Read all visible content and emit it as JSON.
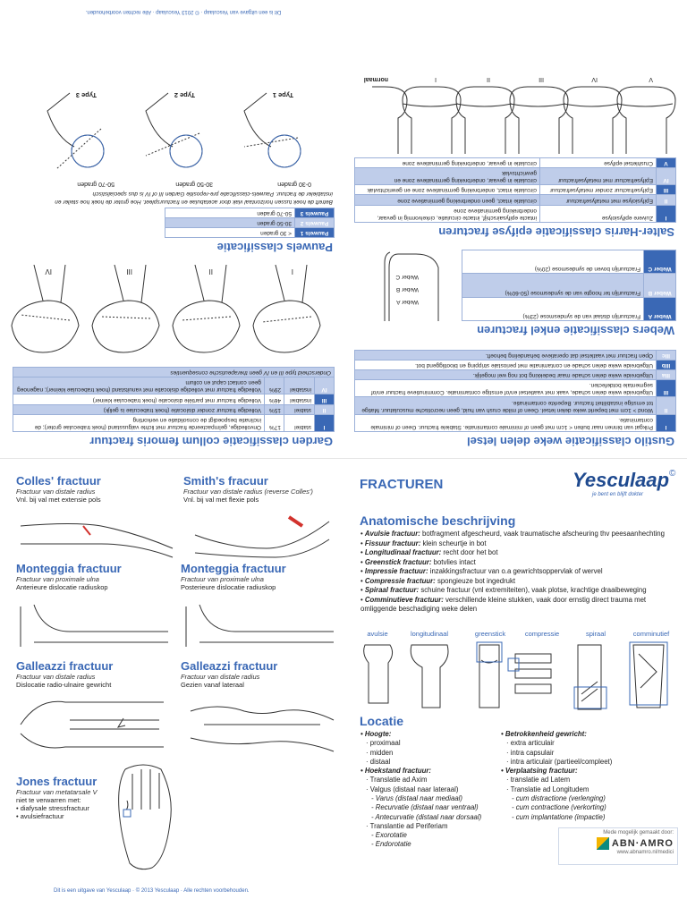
{
  "footer_text": "Dit is een uitgave van Yesculaap  ·  © 2013 Yesculaap  ·  Alle rechten voorbehouden.",
  "brand": {
    "name": "Yesculaap",
    "symbol": "©",
    "tagline": "je bent en blijft dokter"
  },
  "main_title": "FRACTUREN",
  "anatomy": {
    "title": "Anatomische beschrijving",
    "items": [
      {
        "term": "Avulsie fractuur:",
        "desc": "botfragment afgescheurd, vaak traumatische afscheuring thv peesaanhechting"
      },
      {
        "term": "Fissuur fractuur:",
        "desc": "klein scheurtje in bot"
      },
      {
        "term": "Longitudinaal fractuur:",
        "desc": "recht door het bot"
      },
      {
        "term": "Greenstick fractuur:",
        "desc": "botvlies intact"
      },
      {
        "term": "Impressie fractuur:",
        "desc": "inzakkingsfractuur van o.a gewrichtsoppervlak of wervel"
      },
      {
        "term": "Compressie fractuur:",
        "desc": "spongieuze bot ingedrukt"
      },
      {
        "term": "Spiraal fractuur:",
        "desc": "schuine fractuur (vnl extremiteiten), vaak plotse, krachtige draaibeweging"
      },
      {
        "term": "Comminutieve fractuur:",
        "desc": "verschillende kleine stukken, vaak door ernstig direct trauma met omliggende beschadiging weke delen"
      }
    ],
    "figure_labels": [
      "avulsie",
      "longitudinaal",
      "greenstick",
      "compressie",
      "spiraal",
      "comminutief"
    ]
  },
  "locatie": {
    "title": "Locatie",
    "left": [
      {
        "t": "• Hoogte:",
        "s": "bi"
      },
      {
        "t": "· proximaal",
        "s": "n"
      },
      {
        "t": "· midden",
        "s": "n"
      },
      {
        "t": "· distaal",
        "s": "n"
      },
      {
        "t": "• Hoekstand fractuur:",
        "s": "bi"
      },
      {
        "t": "· Translatie ad Axim",
        "s": "n"
      },
      {
        "t": "· Valgus (distaal naar lateraal)",
        "s": "n"
      },
      {
        "t": "- Varus (distaal naar mediaal)",
        "s": "i"
      },
      {
        "t": "- Recurvatie (distaal naar ventraal)",
        "s": "i"
      },
      {
        "t": "- Antecurvatie (distaal naar dorsaal)",
        "s": "i"
      },
      {
        "t": "· Translantie ad Periferiam",
        "s": "n"
      },
      {
        "t": "- Exorotatie",
        "s": "i"
      },
      {
        "t": "- Endorotatie",
        "s": "i"
      }
    ],
    "right": [
      {
        "t": "• Betrokkenheid gewricht:",
        "s": "bi"
      },
      {
        "t": "· extra articulair",
        "s": "n"
      },
      {
        "t": "· intra capsulair",
        "s": "n"
      },
      {
        "t": "· intra articulair (partieel/compleet)",
        "s": "n"
      },
      {
        "t": "• Verplaatsing fractuur:",
        "s": "bi"
      },
      {
        "t": "· translatie ad Latem",
        "s": "n"
      },
      {
        "t": "· Translatie ad Longitudem",
        "s": "n"
      },
      {
        "t": "- cum distractione (verlenging)",
        "s": "i"
      },
      {
        "t": "- cum contractione (verkorting)",
        "s": "i"
      },
      {
        "t": "- cum implantatione (impactie)",
        "s": "i"
      }
    ]
  },
  "sponsor": {
    "made_by": "Mede mogelijk gemaakt door:",
    "name": "ABN·AMRO",
    "url": "www.abnamro.nl/medici"
  },
  "fractures": [
    {
      "title": "Colles' fractuur",
      "sub": "Fractuur van distale radius",
      "line": "Vnl. bij val met extensie pols"
    },
    {
      "title": "Smith's fracuur",
      "sub": "Fractuur van distale radius (reverse Colles')",
      "line": "Vnl. bij val met flexie pols"
    },
    {
      "title": "Monteggia fractuur",
      "sub": "Fractuur van proximale ulna",
      "line": "Anterieure dislocatie radiuskop"
    },
    {
      "title": "Monteggia fractuur",
      "sub": "Fractuur van proximale ulna",
      "line": "Posterieure dislocatie radiuskop"
    },
    {
      "title": "Galleazzi fractuur",
      "sub": "Fractuur van distale radius",
      "line": "Dislocatie radio-ulnaire gewricht"
    },
    {
      "title": "Galleazzi fractuur",
      "sub": "Fractuur van distale radius",
      "line": "Gezien vanaf lateraal"
    }
  ],
  "jones": {
    "title": "Jones fractuur",
    "sub": "Fractuur van metatarsale V",
    "line": "niet te verwarren met:",
    "items": [
      "• diafysale stressfractuur",
      "• avulsiefractuur"
    ]
  },
  "top": {
    "footer_text": "Dit is een uitgave van Yesculaap  ·  © 2013 Yesculaap  ·  Alle rechten voorbehouden.",
    "garden": {
      "title": "Garden classificatie collum femoris fractuur",
      "rows": [
        {
          "c1": "I",
          "c2": "stabiel",
          "c3": "17%",
          "c4": "Onvolledige, geïmpacteerde fractuur met lichte valgusstand (hoek trabeculae groter); de inclinatie bespoedigt de consolidatie en verkorting"
        },
        {
          "c1": "II",
          "c2": "stabiel",
          "c3": "15%",
          "c4": "Volledige fractuur zonder dislocatie (hoek trabeculae is gelijk)"
        },
        {
          "c1": "III",
          "c2": "instabiel",
          "c3": "46%",
          "c4": "Volledige fractuur met partiële dislocatie (hoek trabeculae kleiner)"
        },
        {
          "c1": "IV",
          "c2": "instabiel",
          "c3": "29%",
          "c4": "Volledige fractuur met volledige dislocatie met vanuitstand (hoek trabeculae kleiner); nagenoeg geen contact caput en collum"
        }
      ],
      "note": "Onderscheid type III en IV geen therapeutische consequenties",
      "fig_labels": [
        "I",
        "II",
        "III",
        "IV"
      ]
    },
    "pauwels": {
      "title": "Pauwels classificatie",
      "rows": [
        {
          "c1": "Pauwels 1",
          "c2": "< 30 graden"
        },
        {
          "c1": "Pauwels 2",
          "c2": "30-50 graden"
        },
        {
          "c1": "Pauwels 3",
          "c2": "50-70 graden"
        }
      ],
      "note": "Betreft de hoek tussen horizontaal vlak door acetabulae en fractuurspleet. Hoe groter de hoek hoe steiler en instabieler de fractuur. Pauwels-classificatie pre-repositie Garden III of IV is dus specialistisch",
      "types": [
        "Type 1",
        "Type 2",
        "Type 3"
      ],
      "angles": [
        "0-30 graden",
        "30-50 graden",
        "50-70 graden"
      ]
    },
    "gustilo": {
      "title": "Gustilo classificatie weke delen letsel",
      "rows": [
        {
          "c1": "I",
          "c2": "Prikgat van binnen naar buiten < 1cm met geen of minimale contaminatie. Stabiele fractuur. Geen of minimale contaminatie."
        },
        {
          "c1": "II",
          "c2": "Wond > 1cm met beperkt weke delen letsel. Geen of milde crush van huid, geen necrotische musculatuur. Matige tot ernstige instabiliteit fractuur. Beperkte contaminatie."
        },
        {
          "c1": "III",
          "c2": "Uitgebreide weke delen schade, vaak met vaatletsel en/of ernstige contaminatie. Comminutieve fractuur en/of segmentale botdefecten."
        },
        {
          "c1": "IIIa",
          "c2": "Uitgebreide weke delen schade maar bedekking bot nog wel mogelijk."
        },
        {
          "c1": "IIIb",
          "c2": "Uitgebreide weke delen schade en contaminatie met periostale stripping en blootliggend bot."
        },
        {
          "c1": "IIIc",
          "c2": "Open fractuur met vaatletsel dat operatieve behandeling behoeft."
        }
      ]
    },
    "weber": {
      "title": "Webers classificatie enkel fracturen",
      "rows": [
        {
          "c1": "Weber A",
          "c2": "Fractuurlijn distaal van de syndesmose (23%)"
        },
        {
          "c1": "Weber B",
          "c2": "Fractuurlijn ter hoogte van de syndesmose (50-60%)"
        },
        {
          "c1": "Weber C",
          "c2": "Fractuurlijn boven de syndesmose (20%)"
        }
      ],
      "fig_labels": [
        "Weber A",
        "Weber B",
        "Weber C"
      ]
    },
    "salter": {
      "title": "Salter-Harris classificatie epifyse fracturen",
      "rows": [
        {
          "c1": "I",
          "c2": "Zuivere epifysiolyse",
          "c3": "intacte epifysairschijf, intacte circulatie, cirkelvormig in gevaar, onderbreking germinatieve zone"
        },
        {
          "c1": "II",
          "c2": "Epifysiolyse met metafysefractuur",
          "c3": "circulatie intact, geen onderbreking germinatieve zone"
        },
        {
          "c1": "III",
          "c2": "Epifysefractuur zonder metafysefractuur",
          "c3": "circulatie intact, onderbreking germinatieve zone en gewrichtsvlak"
        },
        {
          "c1": "IV",
          "c2": "Epifysefractuur met metafysefractuur",
          "c3": "circulatie in gevaar, onderbreking germinatieve zone en gewrichtsvlak"
        },
        {
          "c1": "V",
          "c2": "Crushletsel epifyse",
          "c3": "circulatie in gevaar, onderbreking germinatieve zone"
        }
      ],
      "fig_labels": [
        "normaal",
        "I",
        "II",
        "III",
        "IV",
        "V"
      ]
    }
  }
}
